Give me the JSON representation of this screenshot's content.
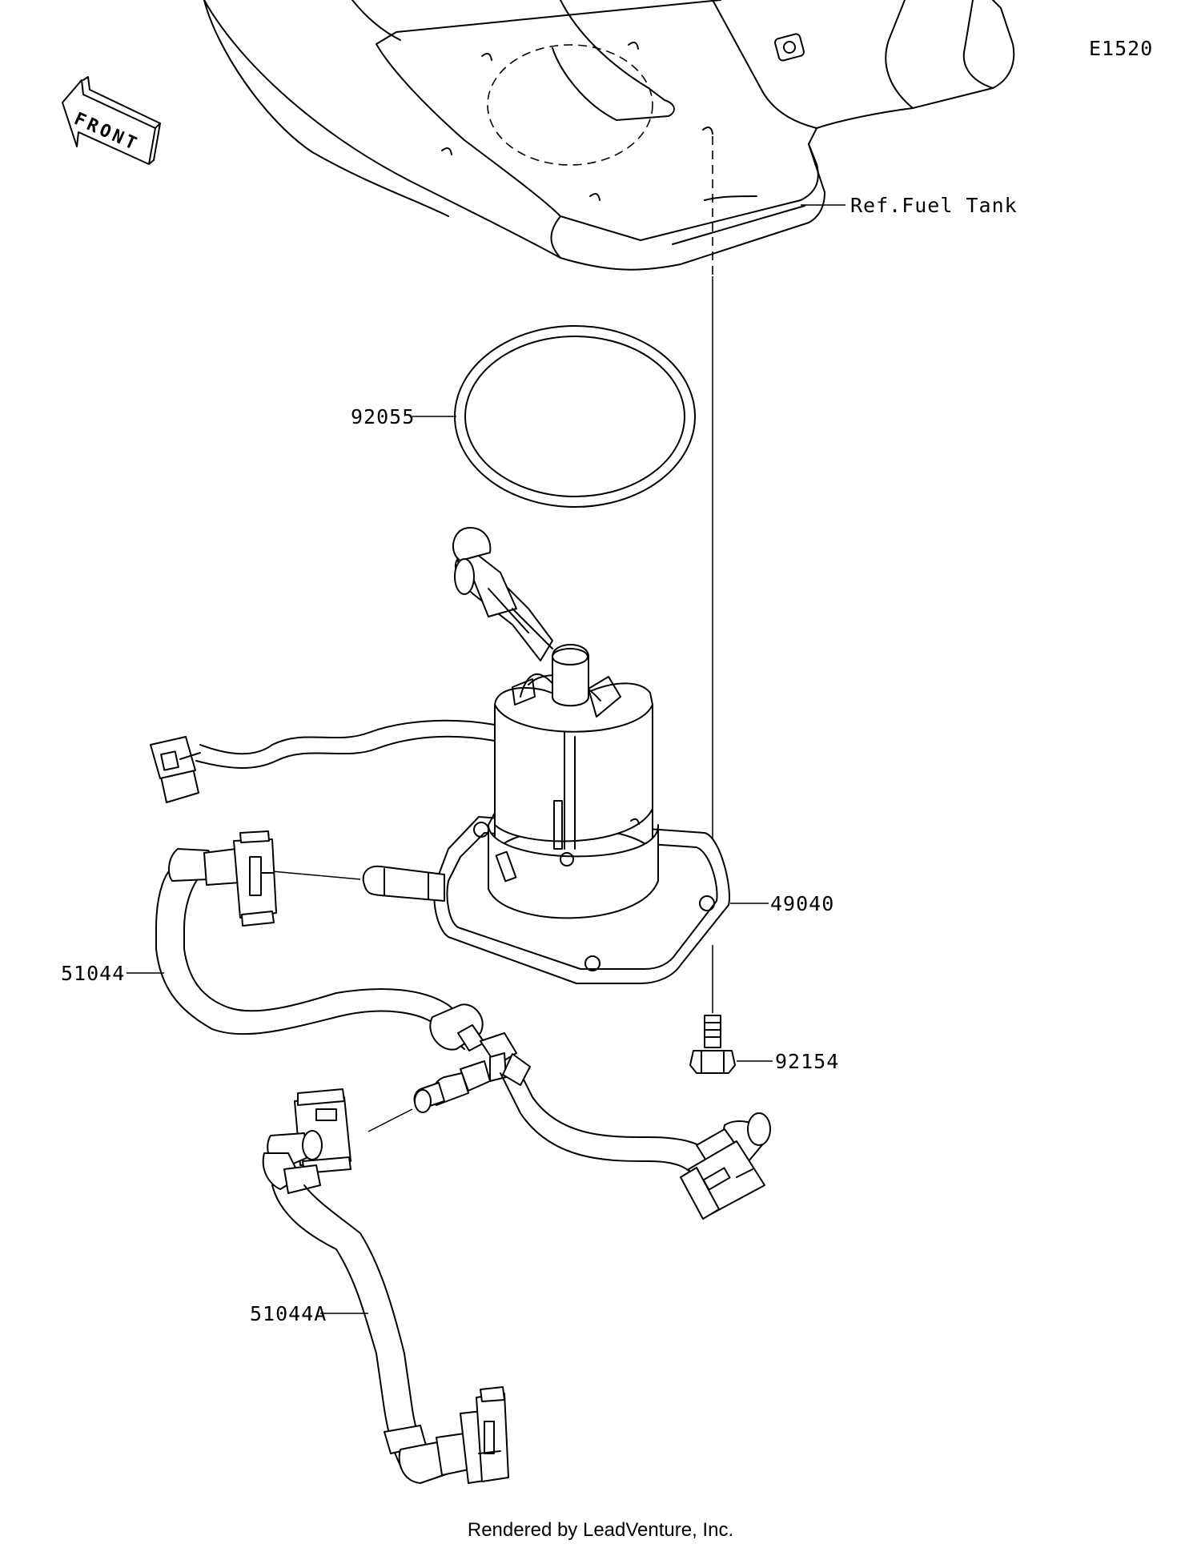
{
  "diagram": {
    "figure_code": "E1520",
    "front_indicator": "FRONT",
    "reference_label": "Ref.Fuel Tank",
    "parts": [
      {
        "id": "o-ring",
        "number": "92055"
      },
      {
        "id": "fuel-pump-assy",
        "number": "49040"
      },
      {
        "id": "bolt",
        "number": "92154"
      },
      {
        "id": "fuel-hose",
        "number": "51044"
      },
      {
        "id": "fuel-hose-a",
        "number": "51044A"
      }
    ]
  },
  "footer": {
    "text": "Rendered by LeadVenture, Inc."
  }
}
